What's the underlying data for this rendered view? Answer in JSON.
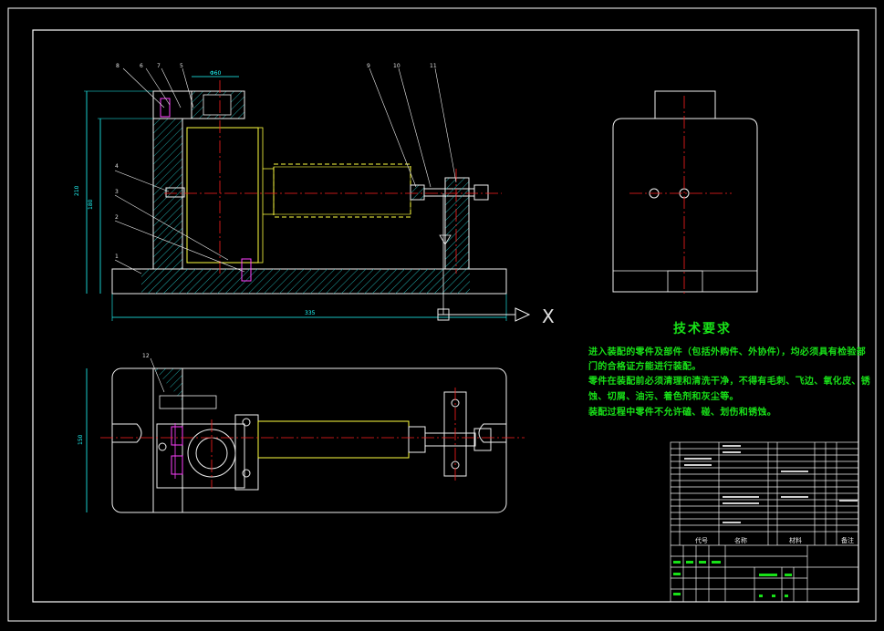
{
  "technical_requirements": {
    "title": "技术要求",
    "lines": [
      "进入装配的零件及部件（包括外购件、外协件），均必须具有检验部",
      "门的合格证方能进行装配。",
      "零件在装配前必须清理和清洗干净，不得有毛刺、飞边、氧化皮、锈",
      "蚀、切屑、油污、着色剂和灰尘等。",
      "装配过程中零件不允许磕、碰、划伤和锈蚀。"
    ]
  },
  "axis_label": "X",
  "part_callouts": [
    "8",
    "6",
    "7",
    "5",
    "4",
    "3",
    "2",
    "1",
    "9",
    "10",
    "11",
    "12"
  ],
  "title_block": {
    "header_code": "代号",
    "header_name": "名称",
    "header_material": "材料",
    "header_remark": "备注"
  },
  "colors": {
    "background": "#000000",
    "frame": "#ffffff",
    "outline": "#f0f0f0",
    "center_line": "#ff2020",
    "hatch": "#20c0c0",
    "cylinder": "#ffff40",
    "bolt": "#ff40ff",
    "dimension": "#20ffff",
    "text": "#18e018"
  }
}
